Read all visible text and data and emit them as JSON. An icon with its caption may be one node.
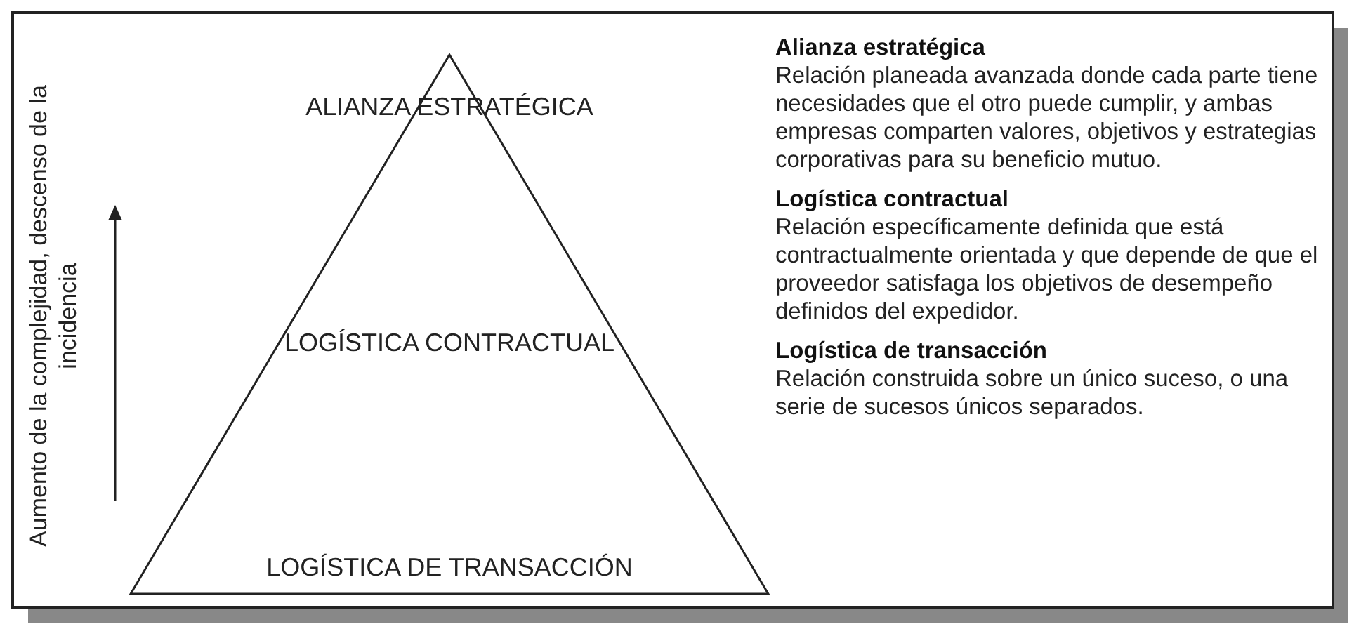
{
  "diagram": {
    "nodes": [
      {
        "text": [
          "ALIANZA ESTRATÉGICA",
          "LOGÍSTICA CONTRACTUAL",
          "LOGÍSTICA DE TRANSACCIÓN"
        ]
      }
    ],
    "edges": [],
    "labels": [
      "Aumento de la complejidad, descenso de la incidencia",
      "Alianza estratégica",
      "Relación planeada avanzada donde cada parte tiene necesidades que el otro puede cumplir, y ambas empresas comparten valores, objetivos y estrategias corporativas para su beneficio mutuo.",
      "Logística contractual",
      "Relación específicamente definida que está contractualmente orientada y que depende de que el proveedor satisfaga los objetivos de desempeño definidos del expedidor.",
      "Logística de transacción",
      "Relación construida sobre un único suceso, o una serie de sucesos únicos separados."
    ]
  }
}
